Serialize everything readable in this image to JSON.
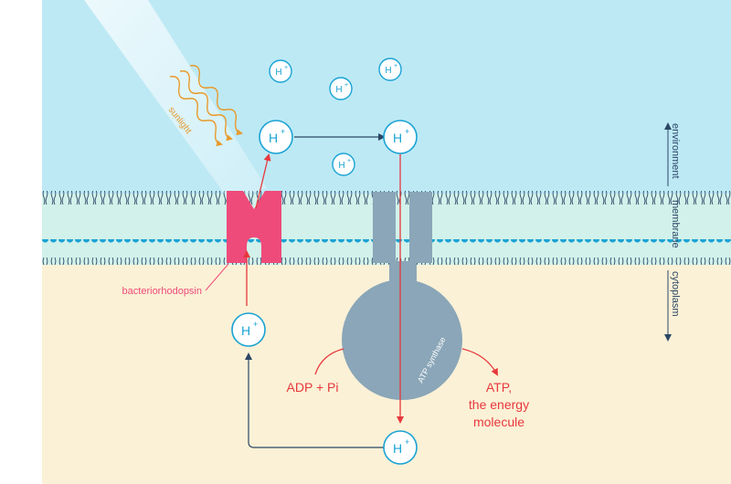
{
  "labels": {
    "sunlight": "sunlight",
    "bacteriorhodopsin": "bacteriorhodopsin",
    "atp_synthase": "ATP synthase",
    "adp_pi": "ADP + Pi",
    "atp_line1": "ATP,",
    "atp_line2": "the energy",
    "atp_line3": "molecule"
  },
  "ions": {
    "symbol": "H",
    "charge": "+"
  },
  "sidebar": {
    "environment": "environment",
    "membrane": "membrane",
    "cytoplasm": "cytoplasm"
  },
  "colors": {
    "environment": "#bde9f5",
    "membrane": "#d2f1ea",
    "cytoplasm": "#fbf1d6",
    "lipid_head": "#1aa3d4",
    "bacteriorhodopsin": "#ef4b7a",
    "atp_synthase": "#8aa6b8",
    "proton_arrow": "#e8383d",
    "return_arrow": "#2b4766",
    "sunlight": "#e89a2c"
  }
}
